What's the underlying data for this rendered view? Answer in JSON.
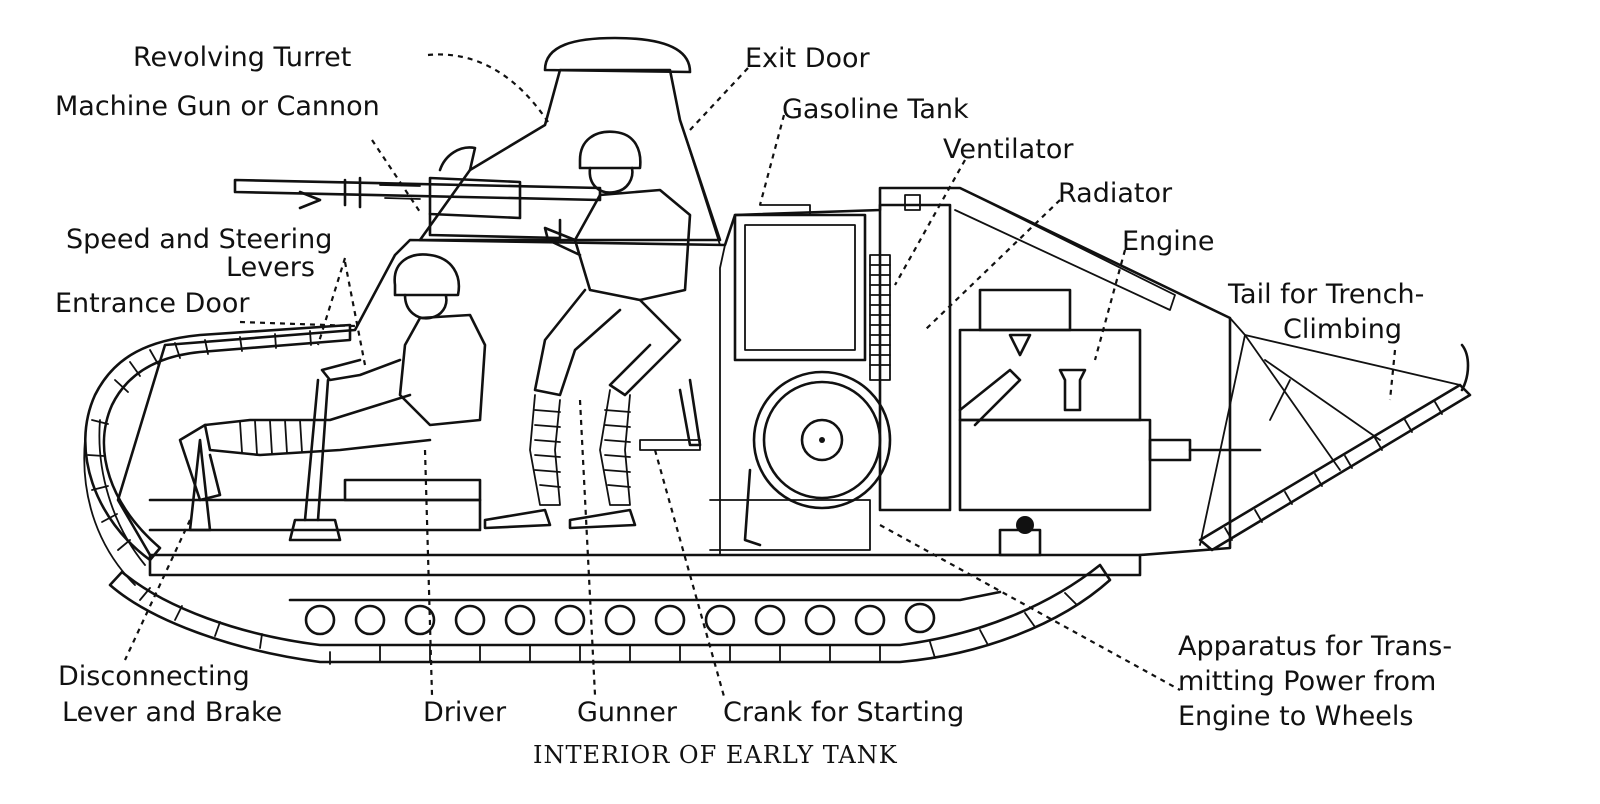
{
  "labels": {
    "revolving_turret": "Revolving Turret",
    "machine_gun": "Machine Gun or Cannon",
    "speed_steering_1": "Speed and Steering",
    "speed_steering_2": "Levers",
    "entrance_door": "Entrance Door",
    "exit_door": "Exit Door",
    "gasoline_tank": "Gasoline Tank",
    "ventilator": "Ventilator",
    "radiator": "Radiator",
    "engine": "Engine",
    "tail_1": "Tail for Trench-",
    "tail_2": "Climbing",
    "disconnecting_1": "Disconnecting",
    "disconnecting_2": "Lever and Brake",
    "driver": "Driver",
    "gunner": "Gunner",
    "crank": "Crank for Starting",
    "apparatus_1": "Apparatus for Trans-",
    "apparatus_2": "mitting Power from",
    "apparatus_3": "Engine to Wheels"
  },
  "caption": "INTERIOR OF EARLY TANK"
}
